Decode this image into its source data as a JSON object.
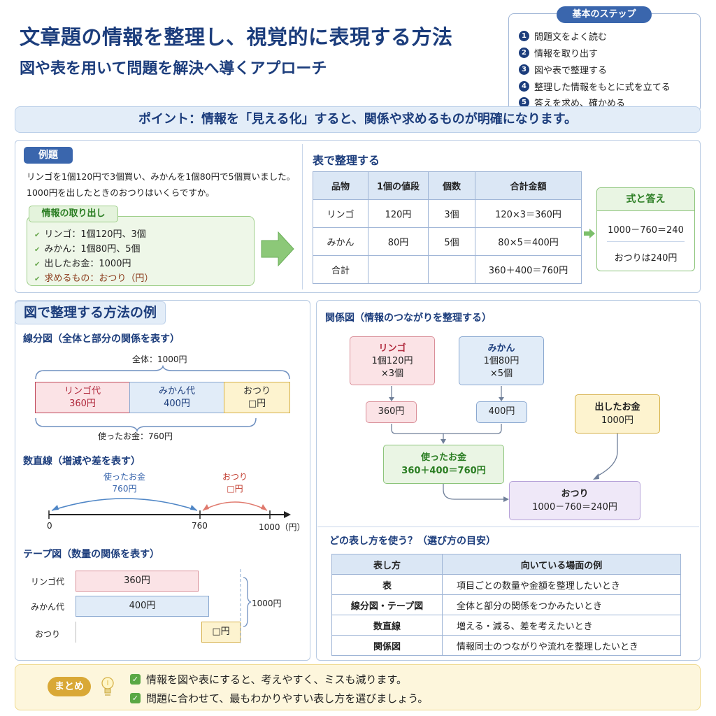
{
  "title": "文章題の情報を整理し、視覚的に表現する方法",
  "subtitle": "図や表を用いて問題を解決へ導くアプローチ",
  "steps": {
    "heading": "基本のステップ",
    "items": [
      {
        "num": "1",
        "text": "問題文をよく読む"
      },
      {
        "num": "2",
        "text": "情報を取り出す"
      },
      {
        "num": "3",
        "text": "図や表で整理する"
      },
      {
        "num": "4",
        "text": "整理した情報をもとに式を立てる"
      },
      {
        "num": "5",
        "text": "答えを求め、確かめる"
      }
    ]
  },
  "point": "ポイント：情報を「見える化」すると、関係や求めるものが明確になります。",
  "example": {
    "tag": "例題",
    "line1": "リンゴを1個120円で3個買い、みかんを1個80円で5個買いました。",
    "line2": "1000円を出したときのおつりはいくらですか。",
    "extract_tag": "情報の取り出し",
    "extract_items": [
      "リンゴ：1個120円、3個",
      "みかん：1個80円、5個",
      "出したお金：1000円",
      "求めるもの：おつり（円）"
    ]
  },
  "table_section": {
    "heading": "表で整理する",
    "headers": [
      "品物",
      "1個の値段",
      "個数",
      "合計金額"
    ],
    "rows": [
      [
        "リンゴ",
        "120円",
        "3個",
        "120×3＝360円"
      ],
      [
        "みかん",
        "80円",
        "5個",
        "80×5＝400円"
      ],
      [
        "合計",
        "",
        "",
        "360＋400＝760円"
      ]
    ]
  },
  "formula": {
    "heading": "式と答え",
    "expr": "1000－760＝240",
    "answer": "おつりは240円"
  },
  "figure_section": {
    "heading": "図で整理する方法の例",
    "segment": {
      "heading": "線分図（全体と部分の関係を表す）",
      "total": "全体：1000円",
      "apple_label": "リンゴ代",
      "apple_value": "360円",
      "mikan_label": "みかん代",
      "mikan_value": "400円",
      "change_label": "おつり",
      "change_value": "□円",
      "used": "使ったお金：760円"
    },
    "numberline": {
      "heading": "数直線（増減や差を表す）",
      "used_label": "使ったお金",
      "used_value": "760円",
      "change_label": "おつり",
      "change_value": "□円",
      "tick0": "0",
      "tick1": "760",
      "tick2": "1000（円）"
    },
    "tape": {
      "heading": "テープ図（数量の関係を表す）",
      "rows": [
        {
          "label": "リンゴ代",
          "value": "360円"
        },
        {
          "label": "みかん代",
          "value": "400円"
        },
        {
          "label": "おつり",
          "value": "□円"
        }
      ],
      "total": "1000円"
    }
  },
  "relation": {
    "heading": "関係図（情報のつながりを整理する）",
    "apple_title": "リンゴ",
    "apple_l1": "1個120円",
    "apple_l2": "×3個",
    "mikan_title": "みかん",
    "mikan_l1": "1個80円",
    "mikan_l2": "×5個",
    "apple_total": "360円",
    "mikan_total": "400円",
    "paid_title": "出したお金",
    "paid_value": "1000円",
    "used_title": "使ったお金",
    "used_expr": "360＋400＝760円",
    "change_title": "おつり",
    "change_expr": "1000－760＝240円"
  },
  "guide": {
    "heading": "どの表し方を使う？（選び方の目安）",
    "headers": [
      "表し方",
      "向いている場面の例"
    ],
    "rows": [
      [
        "表",
        "項目ごとの数量や金額を整理したいとき"
      ],
      [
        "線分図・テープ図",
        "全体と部分の関係をつかみたいとき"
      ],
      [
        "数直線",
        "増える・減る、差を考えたいとき"
      ],
      [
        "関係図",
        "情報同士のつながりや流れを整理したいとき"
      ]
    ]
  },
  "summary": {
    "tag": "まとめ",
    "items": [
      "情報を図や表にすると、考えやすく、ミスも減ります。",
      "問題に合わせて、最もわかりやすい表し方を選びましょう。"
    ]
  },
  "colors": {
    "navy": "#1c3d7c",
    "accent_blue": "#3a66ad",
    "green": "#2a7d22",
    "pink": "#fbe3e6",
    "light_blue": "#e1ecf8",
    "yellow": "#fdf3cf",
    "purple": "#efe8f8"
  },
  "icons": [
    "check-icon",
    "right-arrow-icon",
    "lightbulb-icon"
  ]
}
